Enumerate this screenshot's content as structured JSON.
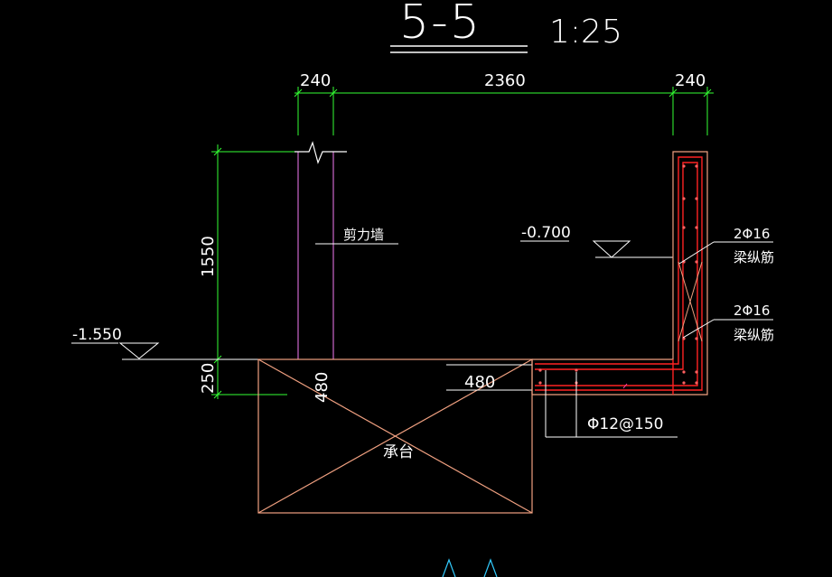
{
  "drawing": {
    "section_mark": "5-5",
    "scale": "1:25"
  },
  "dimensions": {
    "top_left_wall": "240",
    "top_span": "2360",
    "top_right_wall": "240",
    "wall_height": "1550",
    "pile_cap_depth": "250",
    "cap_inner_vertical": "480",
    "cap_horizontal": "480"
  },
  "elevations": {
    "left": "-1.550",
    "right": "-0.700"
  },
  "labels": {
    "shear_wall": "剪力墙",
    "pile_cap": "承台",
    "rebar_top_count": "2Φ16",
    "rebar_top_desc": "梁纵筋",
    "rebar_bottom_count": "2Φ16",
    "rebar_bottom_desc": "梁纵筋",
    "stirrup": "Φ12@150"
  },
  "colors": {
    "background": "#000000",
    "dimension": "#33ff33",
    "outline": "#f0a080",
    "wall": "#cc66cc",
    "rebar": "#ff2222",
    "stirrup_line": "#ff44aa",
    "text": "#ffffff",
    "axis_marker": "#33ccff"
  }
}
